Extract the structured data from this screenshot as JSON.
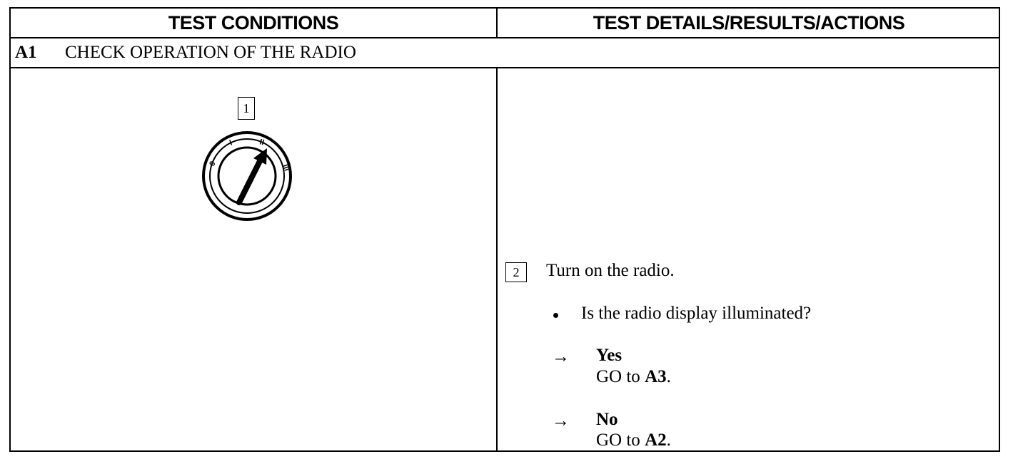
{
  "table": {
    "header_left": "TEST CONDITIONS",
    "header_right": "TEST DETAILS/RESULTS/ACTIONS",
    "section_code": "A1",
    "section_title": "CHECK OPERATION OF THE RADIO"
  },
  "left": {
    "step_number": "1",
    "illustration": "ignition-key-switch-icon",
    "switch_positions": [
      "0",
      "I",
      "II",
      "III"
    ]
  },
  "right": {
    "step_number": "2",
    "instruction": "Turn on the radio.",
    "question": "Is the radio display illuminated?",
    "arrow_symbol": "→",
    "yes_label": "Yes",
    "yes_action_prefix": "GO to ",
    "yes_action_target": "A3",
    "no_label": "No",
    "no_action_prefix": "GO to ",
    "no_action_target": "A2",
    "period": "."
  }
}
